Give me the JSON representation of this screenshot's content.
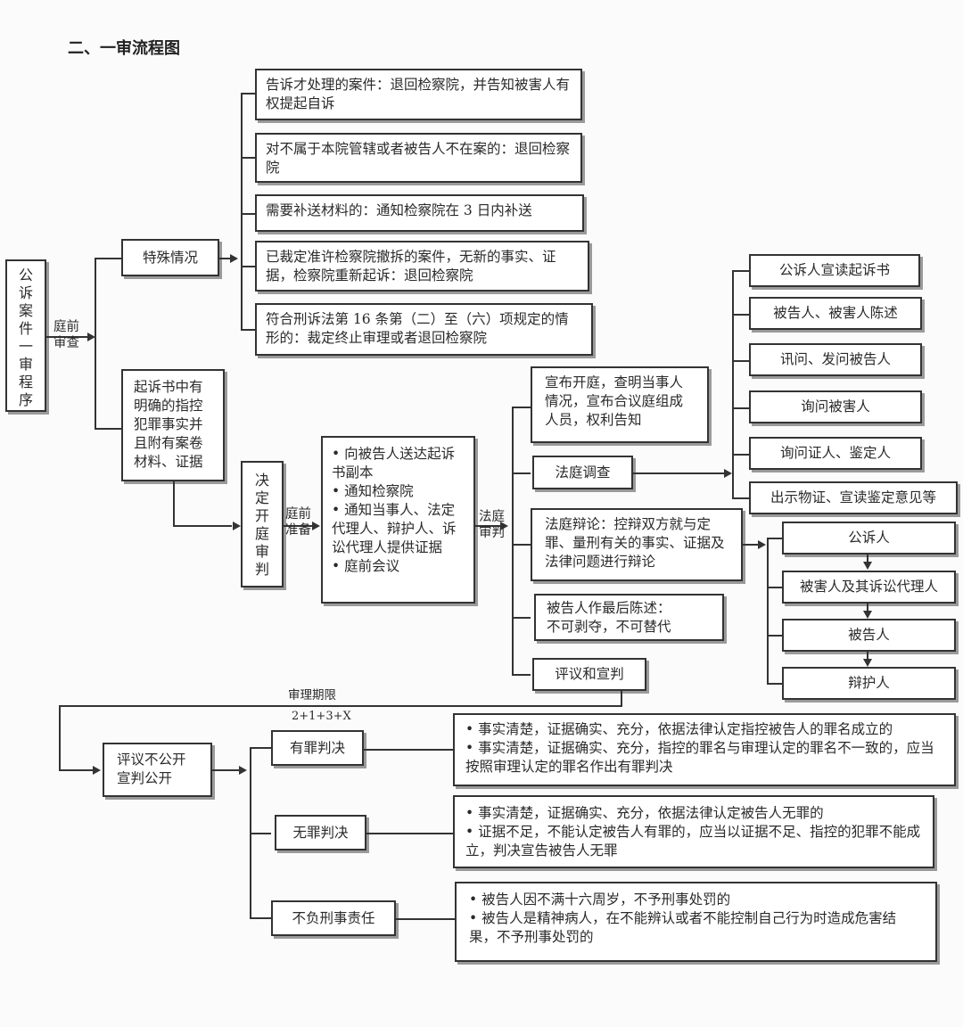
{
  "title": "二、一审流程图",
  "root": [
    "公",
    "诉",
    "案",
    "件",
    "一",
    "审",
    "程",
    "序"
  ],
  "pretrial_review": [
    "庭前",
    "审查"
  ],
  "special": {
    "label": "特殊情况",
    "items": [
      "告诉才处理的案件：退回检察院，并告知被害人有权提起自诉",
      "对不属于本院管辖或者被告人不在案的：退回检察院",
      "需要补送材料的：通知检察院在 3 日内补送",
      "已裁定准许检察院撤拆的案件，无新的事实、证据，检察院重新起诉：退回检察院",
      "符合刑诉法第 16 条第（二）至（六）项规定的情形的：裁定终止审理或者退回检察院"
    ]
  },
  "indictment": "起诉书中有明确的指控犯罪事实并且附有案卷材料、证据",
  "decide": [
    "决",
    "定",
    "开",
    "庭",
    "审",
    "判"
  ],
  "court_prep_label": [
    "庭前",
    "准备"
  ],
  "prep_items": [
    "• 向被告人送达起诉书副本",
    "• 通知检察院",
    "• 通知当事人、法定代理人、辩护人、诉讼代理人提供证据",
    "• 庭前会议"
  ],
  "trial_label": [
    "法庭",
    "审判"
  ],
  "trial_steps": {
    "open": "宣布开庭，查明当事人情况，宣布合议庭组成人员，权利告知",
    "investigation": "法庭调查",
    "debate": "法庭辩论：控辩双方就与定罪、量刑有关的事实、证据及法律问题进行辩论",
    "final": [
      "被告人作最后陈述：",
      "不可剥夺，不可替代"
    ],
    "deliberation": "评议和宣判"
  },
  "investigation_items": [
    "公诉人宣读起诉书",
    "被告人、被害人陈述",
    "讯问、发问被告人",
    "询问被害人",
    "询问证人、鉴定人",
    "出示物证、宣读鉴定意见等"
  ],
  "debate_order": [
    "公诉人",
    "被害人及其诉讼代理人",
    "被告人",
    "辩护人"
  ],
  "time_limit": [
    "审理期限",
    "2+1+3+X"
  ],
  "announce": [
    "评议不公开",
    "宣判公开"
  ],
  "judgments": [
    {
      "label": "有罪判决",
      "items": [
        "• 事实清楚，证据确实、充分，依据法律认定指控被告人的罪名成立的",
        "• 事实清楚，证据确实、充分，指控的罪名与审理认定的罪名不一致的，应当按照审理认定的罪名作出有罪判决"
      ]
    },
    {
      "label": "无罪判决",
      "items": [
        "• 事实清楚，证据确实、充分，依据法律认定被告人无罪的",
        "• 证据不足，不能认定被告人有罪的，应当以证据不足、指控的犯罪不能成立，判决宣告被告人无罪"
      ]
    },
    {
      "label": "不负刑事责任",
      "items": [
        "• 被告人因不满十六周岁，不予刑事处罚的",
        "• 被告人是精神病人，在不能辨认或者不能控制自己行为时造成危害结果，不予刑事处罚的"
      ]
    }
  ]
}
